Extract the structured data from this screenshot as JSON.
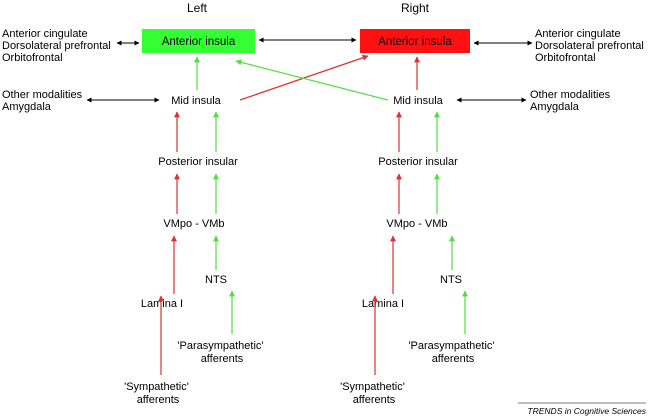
{
  "header": {
    "left": "Left",
    "right": "Right"
  },
  "left": {
    "box": "Anterior insula",
    "cortical": [
      "Anterior cingulate",
      "Dorsolateral prefrontal",
      "Orbitofrontal"
    ],
    "modalities": [
      "Other modalities",
      "Amygdala"
    ],
    "mid": "Mid insula",
    "posterior": "Posterior insular",
    "vm": "VMpo - VMb",
    "nts": "NTS",
    "lamina": "Lamina I",
    "para": [
      "'Parasympathetic'",
      "afferents"
    ],
    "symp": [
      "'Sympathetic'",
      "afferents"
    ]
  },
  "right": {
    "box": "Anterior insula",
    "cortical": [
      "Anterior cingulate",
      "Dorsolateral prefrontal",
      "Orbitofrontal"
    ],
    "modalities": [
      "Other modalities",
      "Amygdala"
    ],
    "mid": "Mid insula",
    "posterior": "Posterior insular",
    "vm": "VMpo - VMb",
    "nts": "NTS",
    "lamina": "Lamina I",
    "para": [
      "'Parasympathetic'",
      "afferents"
    ],
    "symp": [
      "'Sympathetic'",
      "afferents"
    ]
  },
  "colors": {
    "left_box": "#33ff33",
    "right_box": "#ff1111",
    "red": "#e03030",
    "green": "#55dd44",
    "black": "#000000"
  },
  "credit": "TRENDS in Cognitive Sciences"
}
